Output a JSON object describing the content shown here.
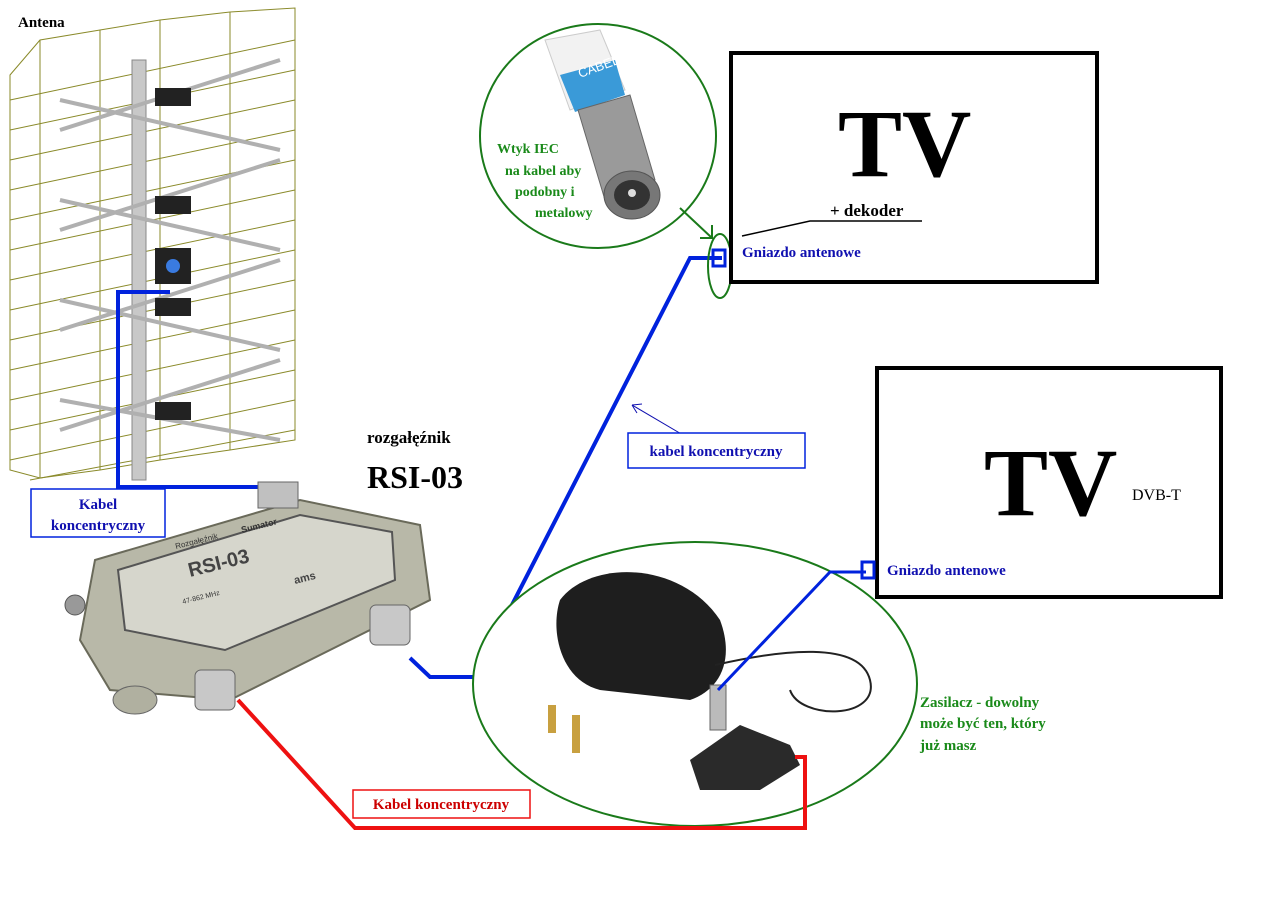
{
  "labels": {
    "antenna": "Antena",
    "cable_left": [
      "Kabel",
      "koncentryczny"
    ],
    "splitter_type": "rozgałęźnik",
    "splitter_model": "RSI-03",
    "splitter_plate": {
      "top": "Rozgałęźnik",
      "badge": "Sumator",
      "model": "RSI-03",
      "freq": "47-862 MHz",
      "brand": "ams"
    },
    "iec_plug_note": [
      "Wtyk IEC",
      "na kabel aby",
      "podobny i",
      "metalowy"
    ],
    "iec_plug_brand": "CABEL",
    "tv1": {
      "title": "TV",
      "sub": "+ dekoder",
      "socket": "Gniazdo antenowe"
    },
    "cable_middle": "kabel koncentryczny",
    "tv2": {
      "title": "TV",
      "sub": "DVB-T",
      "socket": "Gniazdo antenowe"
    },
    "power_supply_note": [
      "Zasilacz - dowolny",
      "może być ten, który",
      "już masz"
    ],
    "cable_bottom": "Kabel koncentryczny"
  },
  "colors": {
    "blue_cable": "#0022dd",
    "red_cable": "#ee1111",
    "green_note": "#1a8a1a",
    "label_blue": "#1010b0"
  }
}
